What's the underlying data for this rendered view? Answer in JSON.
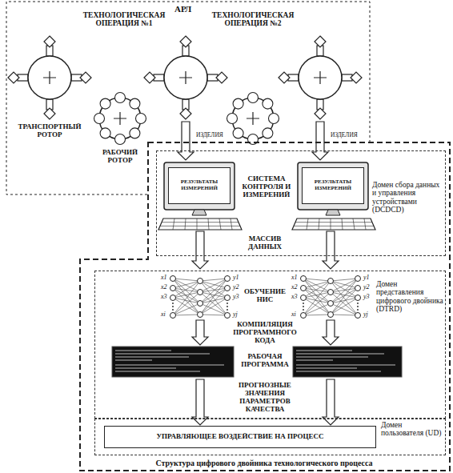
{
  "diagram": {
    "nodes": [
      {
        "text": [
          "АРЛ"
        ]
      },
      {
        "text": [
          "Структура цифрового двойника технологического процесса"
        ]
      },
      {
        "text": [
          "Домен сбора данных и управления устройствами (DCDCD)"
        ],
        "in": 1
      },
      {
        "text": [
          "РЕЗУЛЬТАТЫ ИЗМЕРЕНИЙ"
        ],
        "in": 2
      },
      {
        "text": [
          "РЕЗУЛЬТАТЫ ИЗМЕРЕНИЙ"
        ],
        "in": 2
      },
      {
        "text": [
          "Домен представления цифрового двойника (DTRD)"
        ],
        "in": 1
      },
      {
        "text": [
          "Домен пользователя (UD)"
        ],
        "in": 1
      },
      {
        "text": [
          "УПРАВЛЯЮЩЕЕ ВОЗДЕЙСТВИЕ НА ПРОЦЕСС"
        ],
        "in": 6
      }
    ],
    "labels": [
      "ТЕХНОЛОГИЧЕСКАЯ ОПЕРАЦИЯ №1",
      "ТЕХНОЛОГИЧЕСКАЯ ОПЕРАЦИЯ №2",
      "ТРАНСПОРТНЫЙ РОТОР",
      "РАБОЧИЙ РОТОР",
      "ИЗДЕЛИЯ",
      "ИЗДЕЛИЯ",
      "СИСТЕМА КОНТРОЛЯ И ИЗМЕРЕНИЙ",
      "МАССИВ ДАННЫХ",
      "x1",
      "x2",
      "x3",
      "xi",
      "y1",
      "y2",
      "y3",
      "yj",
      "x1",
      "x2",
      "x3",
      "xi",
      "y1",
      "y2",
      "y3",
      "yj",
      "ОБУЧЕНИЕ НИС",
      "КОМПИЛЯЦИЯ ПРОГРАММНОГО КОДА",
      "РАБОЧАЯ ПРОГРАММА",
      "ПРОГНОЗНЫЕ ЗНАЧЕНИЯ ПАРАМЕТРОВ КАЧЕСТВА"
    ]
  }
}
